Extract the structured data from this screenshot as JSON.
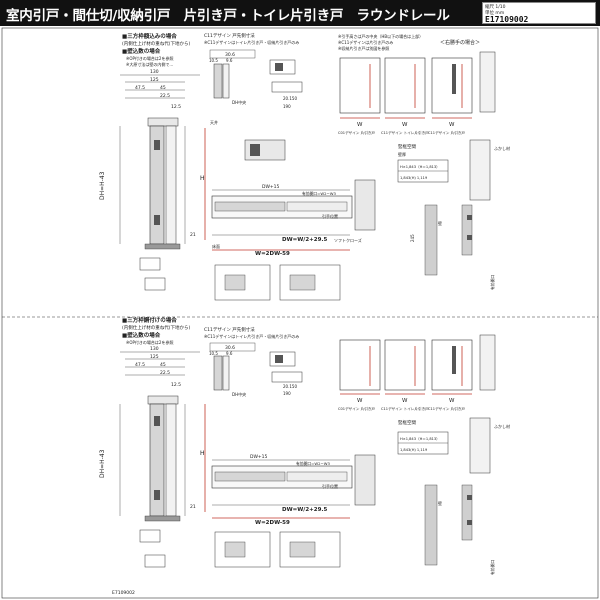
{
  "header": {
    "title": "室内引戸・間仕切/収納引戸　片引き戸・トイレ片引き戸　ラウンドレール",
    "meta_row1": "縮尺 1/10",
    "meta_row2": "単位 mm",
    "code": "E17109002"
  },
  "top_section": {
    "standard_note": "■三方枠額込みの場合",
    "standard_sub": "(内側仕上げ材の重ね代(下地から)",
    "detail_note": "■壁込数の場合",
    "note1": "※OP付きの場合は2を参照",
    "note2": "※大原寸法は壁の内側で…",
    "design_label": "C11デザイン 戸先側寸法",
    "design_sub": "※C11デザインはトイレ片引き戸・収納片引き戸のみ",
    "dims": [
      "130",
      "125",
      "47.5",
      "45",
      "22.5",
      "30.6",
      "10.5",
      "9.6",
      "DH中央",
      "20.150",
      "190",
      "12.5",
      "21"
    ],
    "dh_label": "DH=H-43",
    "h_label": "H",
    "dw_labels": [
      "DW+15",
      "DW=W/2+29.5",
      "W=2DW-59"
    ],
    "callouts": [
      "有効開口=W2−W3",
      "引手位置",
      "ソフトクローズ",
      "天井",
      "床面"
    ],
    "notes_right": [
      "※引手高さは戸の中央（HB以下の場合は上部）",
      "※C11デザインは片引き戸のみ",
      "※収納片引き戸は別図を参照"
    ],
    "elev_labels": [
      "C01デザイン 片引き戸",
      "C11デザイン トイレ片引き戸",
      "C11デザイン 片引き戸"
    ],
    "w_label": "W",
    "right_handed": "＜右勝手の場合＞",
    "sub_heading": "竪框空間",
    "table_title": "壁厚",
    "table_rows": [
      "H×1,843（H＝1,813）",
      "1,843(H) 1,119"
    ],
    "side_labels": [
      "ふかし材",
      "壁",
      "有効開口",
      "245"
    ]
  },
  "bottom_section": {
    "standard_note": "■三方枠鋼付けの場合",
    "standard_sub": "(内側仕上げ材の重ね代(下地から)",
    "detail_note": "■壁込数の場合",
    "note1": "※OP付きの場合は2を参照",
    "design_label": "C11デザイン 戸先側寸法",
    "design_sub": "※C11デザインはトイレ片引き戸・収納片引き戸のみ",
    "dims": [
      "130",
      "125",
      "47.5",
      "45",
      "22.5",
      "30.6",
      "10.5",
      "9.6",
      "DH中央",
      "20.150",
      "190",
      "12.5",
      "21"
    ],
    "dh_label": "DH=H-43",
    "h_label": "H",
    "dw_labels": [
      "DW+15",
      "DW=W/2+29.5",
      "W=2DW-59"
    ],
    "callouts": [
      "有効開口=W2−W3",
      "引手位置"
    ],
    "elev_labels": [
      "C01デザイン 片引き戸",
      "C11デザイン トイレ片引き戸",
      "C11デザイン 片引き戸"
    ],
    "w_label": "W",
    "sub_heading": "竪框空間",
    "table_rows": [
      "H×1,843（H＝1,813）",
      "1,843(H) 1,119"
    ],
    "side_labels": [
      "ふかし材",
      "壁",
      "有効開口"
    ]
  },
  "footer": {
    "code": "E7109002"
  },
  "colors": {
    "header_bg": "#111111",
    "dimension_red": "#c0392b",
    "line": "#333333",
    "wall_fill": "#cfcfcf"
  }
}
